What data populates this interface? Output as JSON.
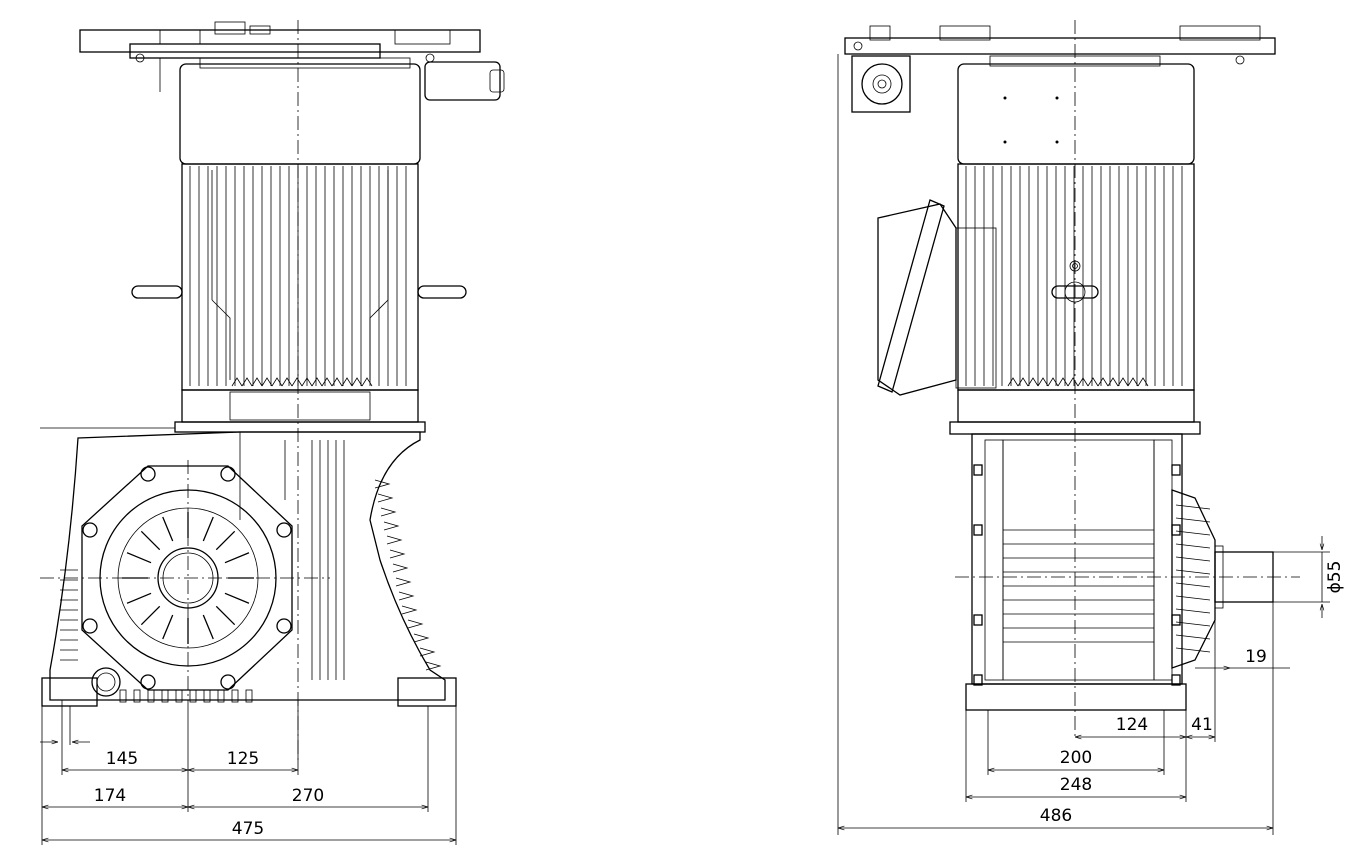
{
  "drawing": {
    "front_view": {
      "dimensions": {
        "d145": "145",
        "d125": "125",
        "d174": "174",
        "d270": "270",
        "d475": "475"
      }
    },
    "side_view": {
      "dimensions": {
        "d55": "ϕ55",
        "d19": "19",
        "d124": "124",
        "d41": "41",
        "d200": "200",
        "d248": "248",
        "d486": "486"
      }
    }
  }
}
